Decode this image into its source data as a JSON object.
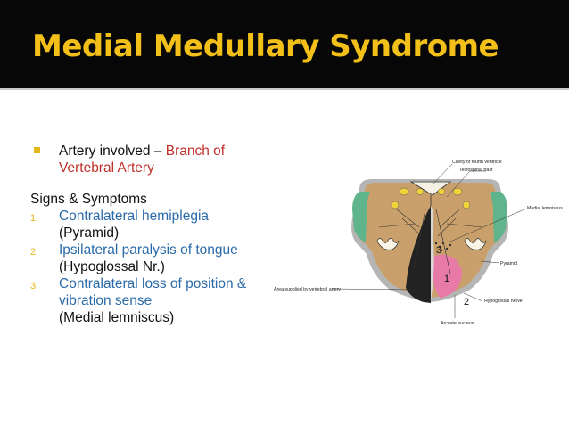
{
  "header": {
    "title": "Medial Medullary Syndrome"
  },
  "content": {
    "bullet_prefix": "Artery involved – ",
    "bullet_highlight": "Branch of Vertebral Artery",
    "signs_heading": "Signs & Symptoms",
    "items": [
      {
        "number": "1.",
        "highlight": "Contralateral hemiplegia",
        "note": "(Pyramid)"
      },
      {
        "number": "2.",
        "highlight": "Ipsilateral paralysis of tongue",
        "note": "(Hypoglossal Nr.)"
      },
      {
        "number": "3.",
        "highlight": "Contralateral loss of position & vibration sense",
        "note": "(Medial lemniscus)"
      }
    ]
  },
  "diagram": {
    "labels": {
      "cavity": "Cavity of fourth ventricle",
      "tectospinal": "Tectospinal tract",
      "medial_lemniscus": "Medial lemniscus",
      "pyramid": "Pyramid",
      "vertebral_area": "Area supplied by vertebral artery",
      "hypoglossal": "Hypoglossal nerve",
      "arcuate": "Arcuate nucleus"
    },
    "markers": [
      "3",
      "1",
      "2"
    ],
    "colors": {
      "tissue": "#c9a06b",
      "green": "#5fb48c",
      "pink": "#e87aa8",
      "dark": "#222222",
      "gray": "#b5b5b5"
    }
  }
}
